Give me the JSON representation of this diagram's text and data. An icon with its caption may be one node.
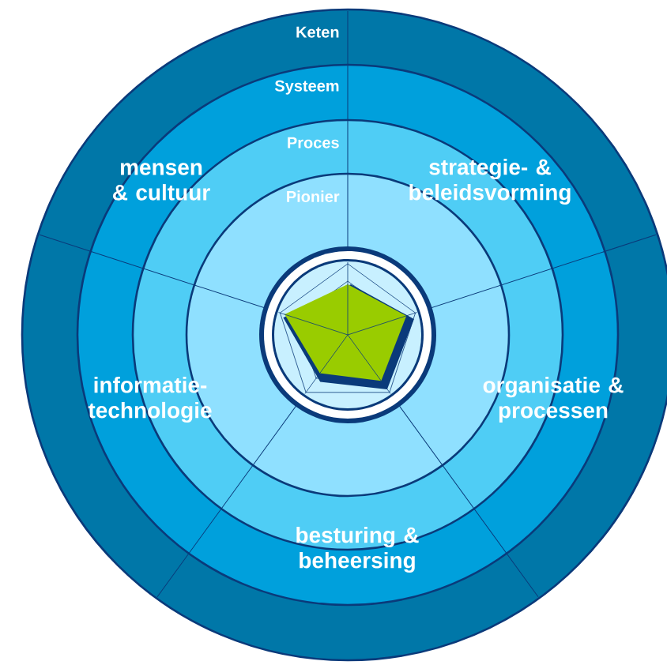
{
  "diagram": {
    "nodes": [
      {
        "text": [
          "Keten"
        ]
      },
      {
        "text": [
          "Systeem"
        ],
        "in": 0
      },
      {
        "text": [
          "Proces"
        ],
        "in": 1
      },
      {
        "text": [
          "Pionier"
        ],
        "in": 2
      }
    ],
    "labels": [
      "mensen & cultuur",
      "strategie- & beleidsvorming",
      "informatie- technologie",
      "organisatie & processen",
      "besturing & beheersing"
    ]
  }
}
